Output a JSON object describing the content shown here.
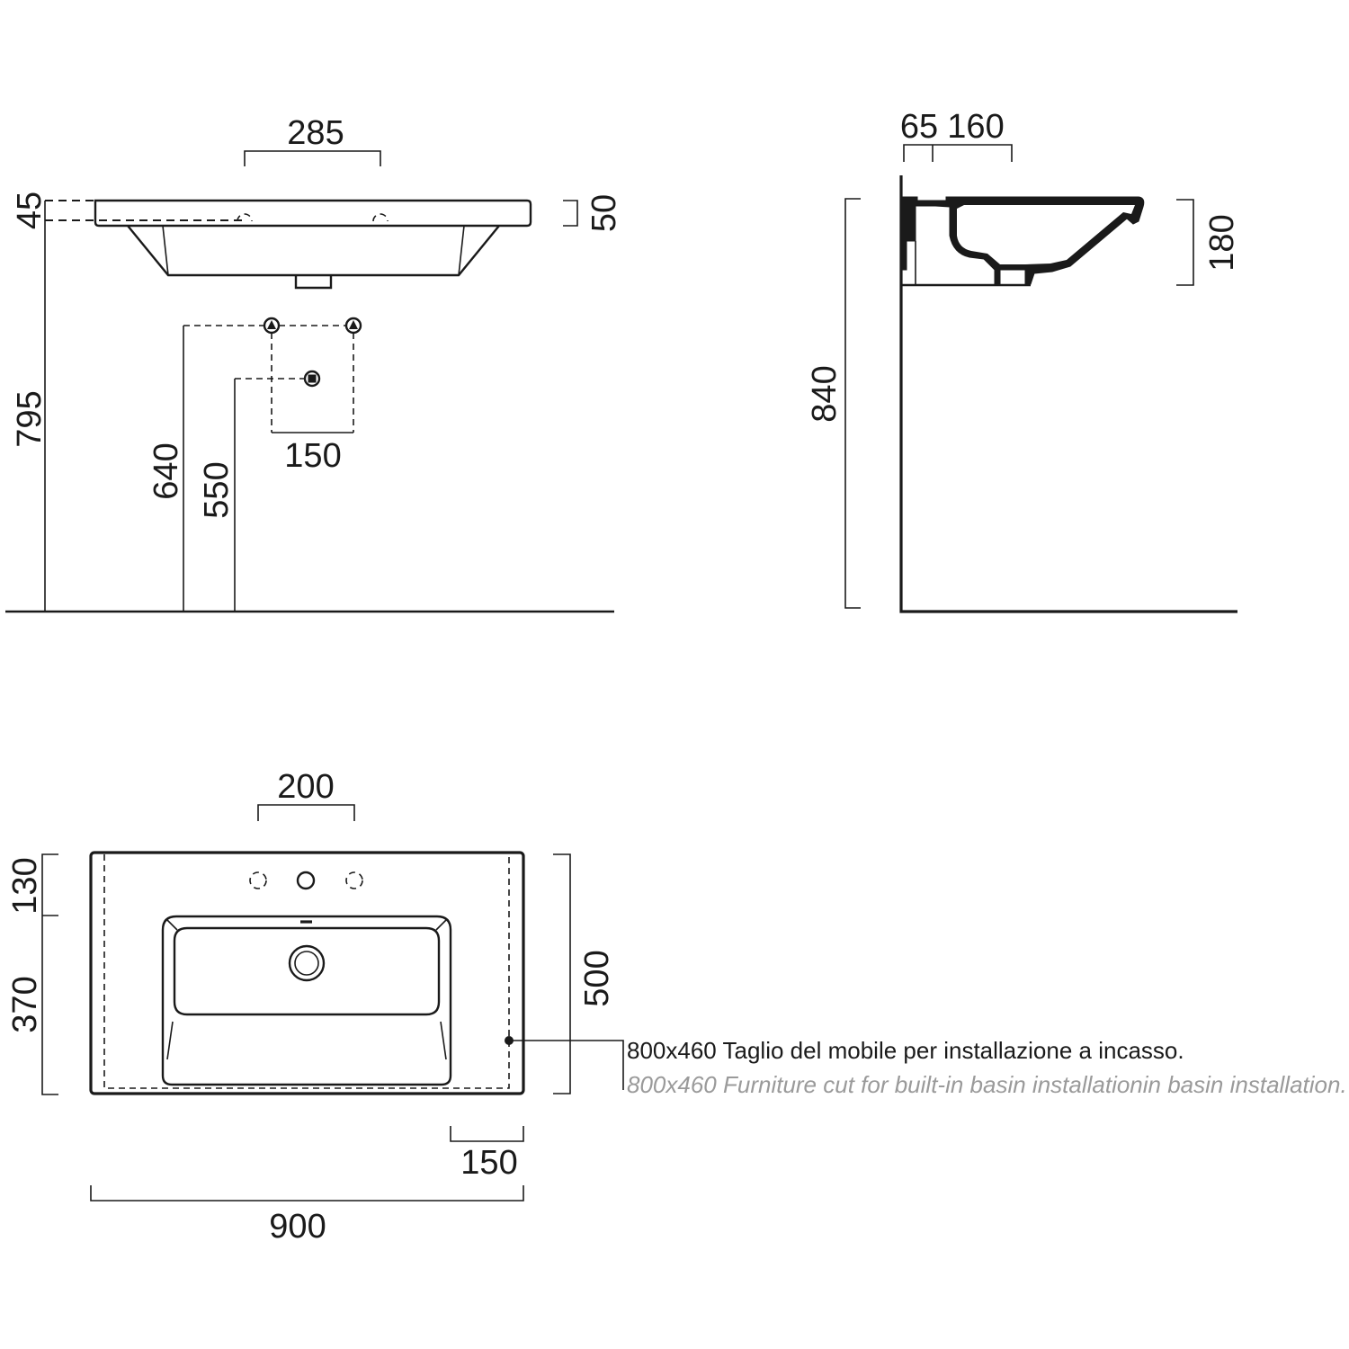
{
  "front_view": {
    "dims": {
      "tap_spacing": "285",
      "rim_offset": "45",
      "rim_thickness": "50",
      "rim_height": "795",
      "supply_height": "640",
      "drain_height": "550",
      "supply_spacing": "150"
    }
  },
  "side_view": {
    "dims": {
      "wall_offset": "65",
      "tap_depth": "160",
      "basin_depth": "180",
      "overall_height": "840"
    }
  },
  "top_view": {
    "dims": {
      "hole_spacing": "200",
      "rear_depth": "130",
      "bowl_depth": "370",
      "overall_depth": "500",
      "side_margin": "150",
      "overall_width": "900"
    },
    "note": {
      "italian": "800x460 Taglio del mobile per installazione a incasso.",
      "english": "800x460 Furniture cut for built-in basin installationin basin installation."
    }
  },
  "colors": {
    "line": "#1a1a1a",
    "secondary_text": "#9a9a9a"
  }
}
